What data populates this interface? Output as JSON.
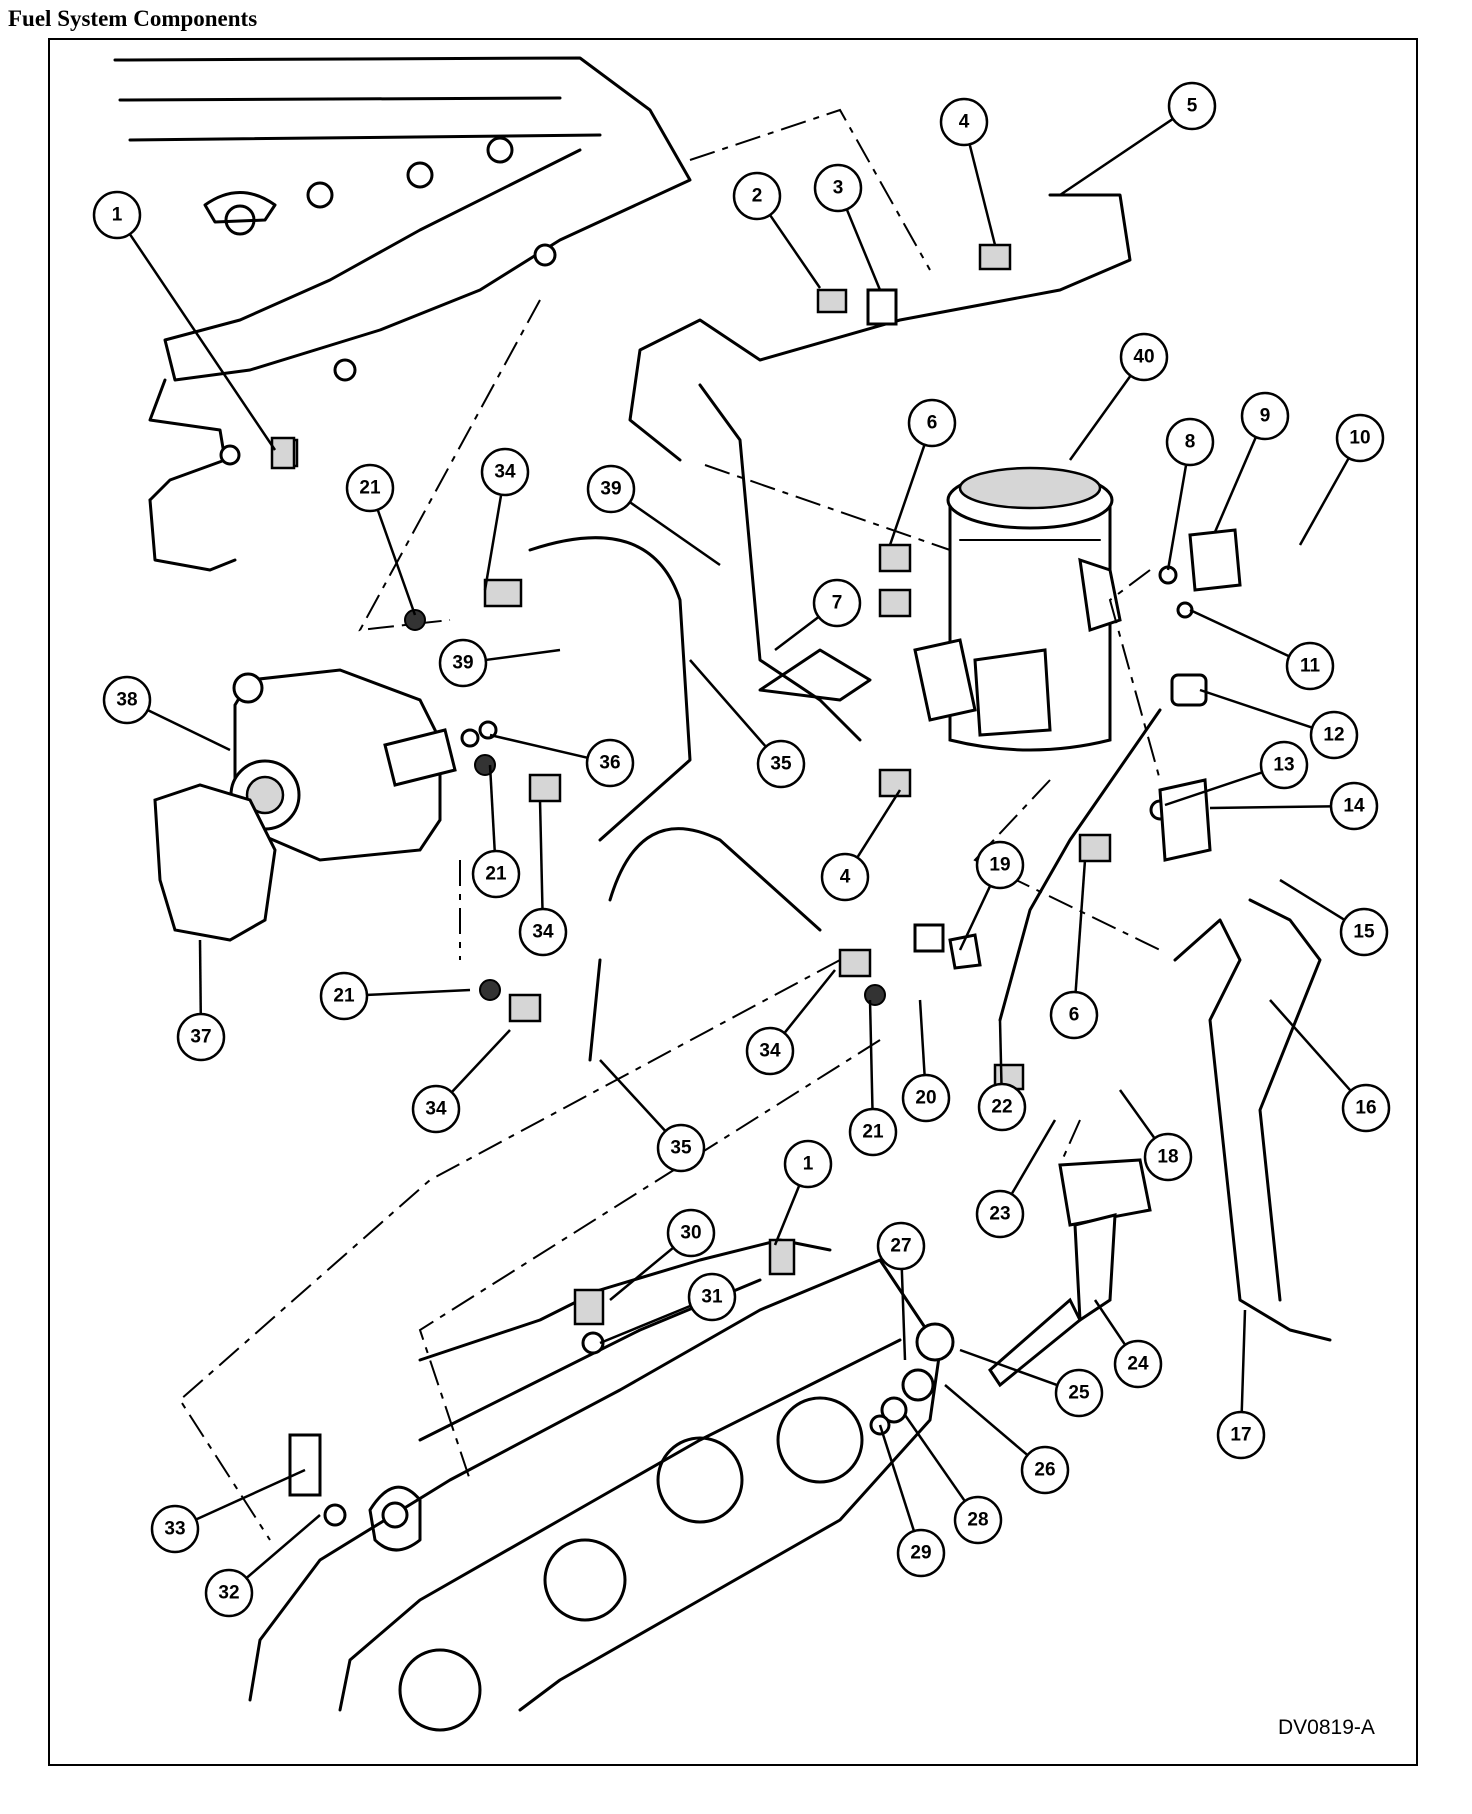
{
  "page": {
    "title": "Fuel System Components",
    "figure_code": "DV0819-A"
  },
  "callouts": [
    "1",
    "2",
    "3",
    "4",
    "5",
    "6",
    "7",
    "8",
    "9",
    "10",
    "11",
    "12",
    "13",
    "14",
    "15",
    "16",
    "17",
    "18",
    "19",
    "20",
    "21",
    "22",
    "23",
    "24",
    "25",
    "26",
    "27",
    "28",
    "29",
    "30",
    "31",
    "32",
    "33",
    "34",
    "35",
    "36",
    "37",
    "38",
    "39",
    "40"
  ]
}
